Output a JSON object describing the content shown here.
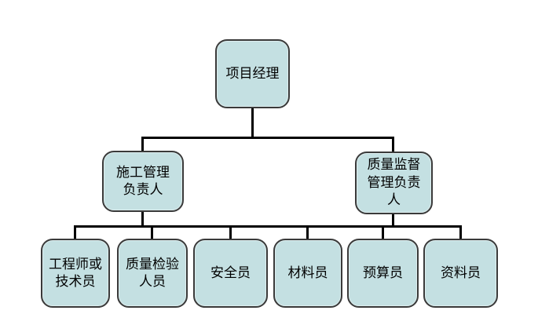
{
  "diagram": {
    "type": "org-chart",
    "root": {
      "label": "项目经理",
      "role": "project-manager"
    },
    "level2": [
      {
        "label": "施工管理\n负责人",
        "role": "construction-management-leader"
      },
      {
        "label": "质量监督\n管理负责\n人",
        "role": "quality-supervision-management-leader"
      }
    ],
    "level3": [
      {
        "label": "工程师或\n技术员",
        "role": "engineer-or-technician"
      },
      {
        "label": "质量检验\n人员",
        "role": "quality-inspection-staff"
      },
      {
        "label": "安全员",
        "role": "safety-officer"
      },
      {
        "label": "材料员",
        "role": "material-clerk"
      },
      {
        "label": "预算员",
        "role": "budget-clerk"
      },
      {
        "label": "资料员",
        "role": "document-clerk"
      }
    ]
  },
  "colors": {
    "node_fill": "#c4e0e2",
    "node_border": "#3a3a3a",
    "connector": "#000000",
    "background": "#ffffff"
  }
}
